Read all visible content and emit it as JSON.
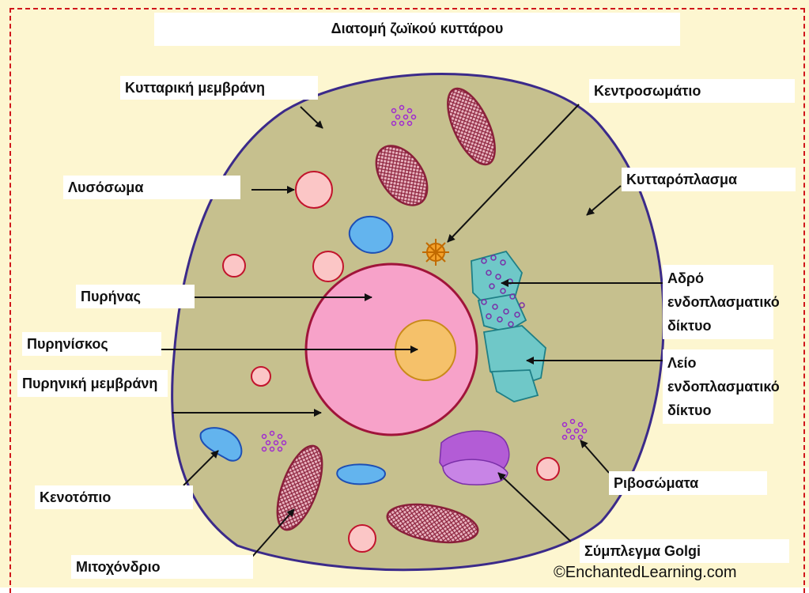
{
  "diagram": {
    "title": "Διατομή ζωϊκού κυττάρου",
    "credit": "©EnchantedLearning.com",
    "labels": {
      "cell_membrane": "Κυτταρική μεμβράνη",
      "centrosome": "Κεντροσωμάτιο",
      "lysosome": "Λυσόσωμα",
      "cytoplasm": "Κυτταρόπλασμα",
      "rough_er": "Αδρό ενδοπλασματικό δίκτυο",
      "nucleus": "Πυρήνας",
      "nucleolus": "Πυρηνίσκος",
      "smooth_er": "Λείο ενδοπλασματικό δίκτυο",
      "nuclear_membrane": "Πυρηνική μεμβράνη",
      "ribosomes": "Ριβοσώματα",
      "vacuole": "Κενοτόπιο",
      "golgi": "Σύμπλεγμα Golgi",
      "mitochondrion": "Μιτοχόνδριο"
    },
    "colors": {
      "cytoplasm": "#c6c08e",
      "membrane": "#3b2a8a",
      "nucleus": "#f7a2c9",
      "nuclear_membrane": "#a0143a",
      "nucleolus": "#f5c16a",
      "lysosome": "#fbc6c6",
      "mitochondrion": "#b05a6e",
      "vacuole": "#63b4ee",
      "er": "#6fc8c8",
      "golgi": "#b35cd6",
      "centrosome": "#f5a12a",
      "border": "#d0161b"
    }
  }
}
